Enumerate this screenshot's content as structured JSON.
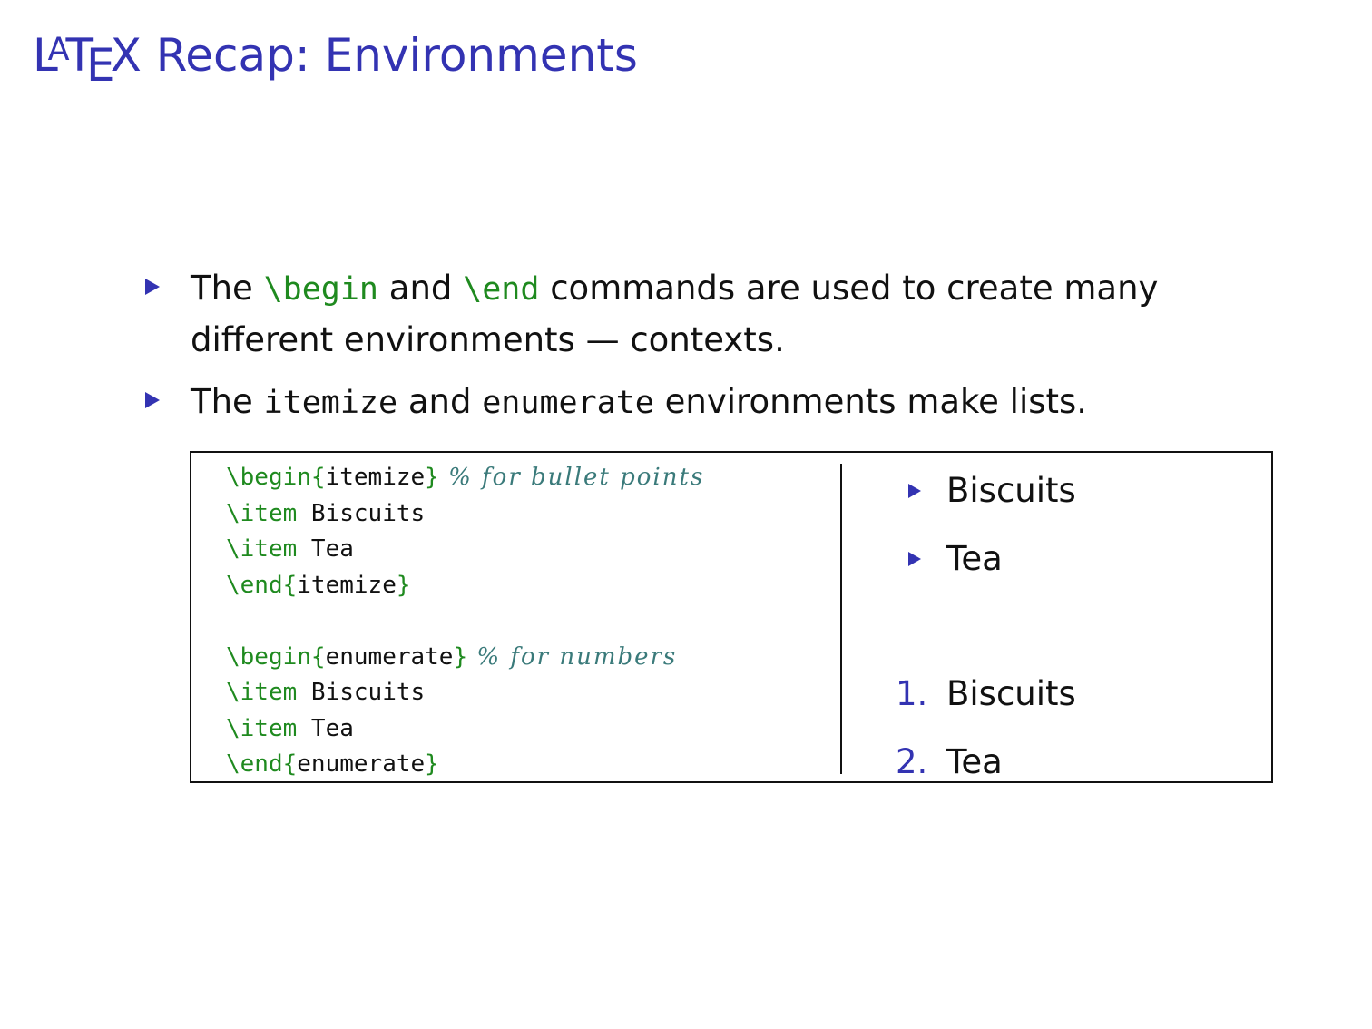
{
  "title": {
    "logo_L": "L",
    "logo_A": "A",
    "logo_T": "T",
    "logo_E": "E",
    "logo_X": "X",
    "rest": " Recap: Environments"
  },
  "bullets": [
    {
      "parts": [
        "The ",
        "\\begin",
        " and ",
        "\\end",
        " commands are used to create many"
      ],
      "line2": "different environments — contexts."
    },
    {
      "parts": [
        "The ",
        "itemize",
        " and ",
        "enumerate",
        " environments make lists."
      ]
    }
  ],
  "code": {
    "l1": {
      "cmd": "\\begin",
      "ob": "{",
      "arg": "itemize",
      "cb": "}",
      "comment": " % for bullet points"
    },
    "l2": {
      "cmd": "\\item",
      "text": " Biscuits"
    },
    "l3": {
      "cmd": "\\item",
      "text": " Tea"
    },
    "l4": {
      "cmd": "\\end",
      "ob": "{",
      "arg": "itemize",
      "cb": "}"
    },
    "l5": {
      "cmd": "\\begin",
      "ob": "{",
      "arg": "enumerate",
      "cb": "}",
      "comment": " % for numbers"
    },
    "l6": {
      "cmd": "\\item",
      "text": " Biscuits"
    },
    "l7": {
      "cmd": "\\item",
      "text": " Tea"
    },
    "l8": {
      "cmd": "\\end",
      "ob": "{",
      "arg": "enumerate",
      "cb": "}"
    }
  },
  "output": {
    "itemize": [
      "Biscuits",
      "Tea"
    ],
    "enumerate": [
      {
        "num": "1.",
        "text": "Biscuits"
      },
      {
        "num": "2.",
        "text": "Tea"
      }
    ]
  },
  "colors": {
    "accent": "#3333b2",
    "code_command": "#1f8a1f",
    "code_comment": "#3a7a7a"
  },
  "icons": {
    "bullet": "triangle-right-icon"
  }
}
